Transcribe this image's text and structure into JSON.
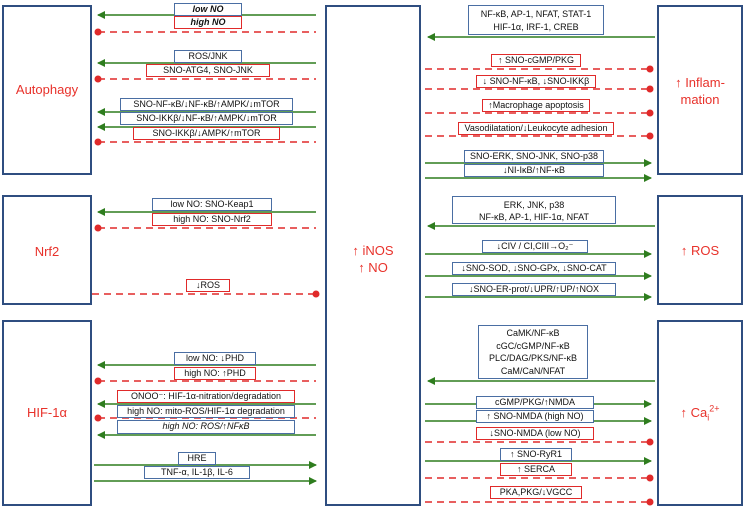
{
  "center": {
    "line1": "↑ iNOS",
    "line2": "↑ NO"
  },
  "left_boxes": {
    "autophagy": "Autophagy",
    "nrf2": "Nrf2",
    "hif1a": "HIF-1α"
  },
  "right_boxes": {
    "inflammation_1": "↑ Inflam-",
    "inflammation_2": "mation",
    "ros": "↑ ROS",
    "ca": "↑ Ca"
  },
  "labels": {
    "low_no": "low NO",
    "high_no": "high NO",
    "ros_jnk": "ROS/JNK",
    "sno_atg4": "SNO-ATG4, SNO-JNK",
    "auto_1": "SNO-NF-κB/↓NF-κB/↑AMPK/↓mTOR",
    "auto_2": "SNO-IKKβ/↓NF-κB/↑AMPK/↓mTOR",
    "auto_3": "SNO-IKKβ/↓AMPK/↑mTOR",
    "nrf2_low": "low NO: SNO-Keap1",
    "nrf2_high": "high NO: SNO-Nrf2",
    "down_ros": "↓ROS",
    "phd_low": "low NO: ↓PHD",
    "phd_high": "high NO: ↑PHD",
    "hif_1": "ONOO⁻: HIF-1α-nitration/degradation",
    "hif_2": "high NO: mito-ROS/HIF-1α degradation",
    "hif_3": "high NO: ROS/↑NFκB",
    "hre": "HRE",
    "tnf": "TNF-α, IL-1β, IL-6",
    "inf_tf_1": "NF-κB, AP-1, NFAT, STAT-1",
    "inf_tf_2": "HIF-1α, IRF-1, CREB",
    "sno_cgmp": "↑ SNO-cGMP/PKG",
    "sno_nfkb": "↓ SNO-NF-κB, ↓SNO-IKKβ",
    "macro": "↑Macrophage apoptosis",
    "vaso": "Vasodilatation/↓Leukocyte adhesion",
    "sno_erk": "SNO-ERK, SNO-JNK, SNO-p38",
    "nikb": "↓NI-IκB/↑NF-κB",
    "ros_tf_1": "ERK, JNK, p38",
    "ros_tf_2": "NF-κB, AP-1, HIF-1α, NFAT",
    "civ": "↓CIV / CI,CIII→O₂⁻",
    "sod": "↓SNO-SOD, ↓SNO-GPx, ↓SNO-CAT",
    "er_prot": "↓SNO-ER-prot/↓UPR/↑UP/↑NOX",
    "ca_tf_1": "CaMK/NF-κB",
    "ca_tf_2": "cGC/cGMP/NF-κB",
    "ca_tf_3": "PLC/DAG/PKS/NF-κB",
    "ca_tf_4": "CaM/CaN/NFAT",
    "nmda_1": "cGMP/PKG/↑NMDA",
    "nmda_2": "↑ SNO-NMDA (high NO)",
    "nmda_3": "↓SNO-NMDA (low NO)",
    "ryr1": "↑ SNO-RyR1",
    "serca": "↑ SERCA",
    "vgcc": "PKA,PKG/↓VGCC"
  },
  "colors": {
    "green": "#2e7d1e",
    "red": "#e02a2a",
    "blue": "#2f4e80",
    "text_red": "#e8322b"
  }
}
